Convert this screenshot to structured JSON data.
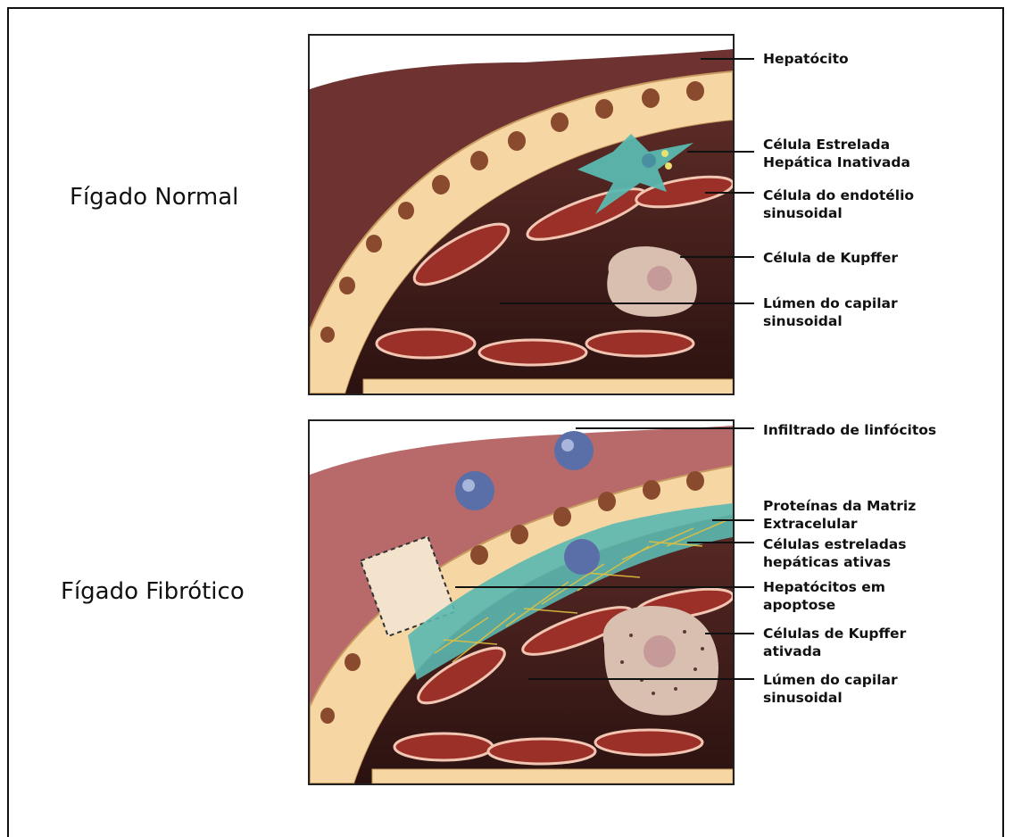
{
  "sections": {
    "normal": {
      "title": "Fígado Normal",
      "labels": [
        {
          "id": "hepatocito",
          "lines": [
            "Hepatócito"
          ]
        },
        {
          "id": "estrelada",
          "lines": [
            "Célula Estrelada",
            "Hepática Inativada"
          ]
        },
        {
          "id": "endotelio",
          "lines": [
            "Célula do endotélio",
            "sinusoidal"
          ]
        },
        {
          "id": "kupffer",
          "lines": [
            "Célula de Kupffer"
          ]
        },
        {
          "id": "lumen",
          "lines": [
            "Lúmen do capilar",
            "sinusoidal"
          ]
        }
      ]
    },
    "fibrotic": {
      "title": "Fígado Fibrótico",
      "labels": [
        {
          "id": "linfocitos",
          "lines": [
            "Infiltrado de linfócitos"
          ]
        },
        {
          "id": "matriz",
          "lines": [
            "Proteínas da Matriz",
            "Extracelular"
          ]
        },
        {
          "id": "estreladas",
          "lines": [
            "Células estreladas",
            "hepáticas ativas"
          ]
        },
        {
          "id": "apoptose",
          "lines": [
            "Hepatócitos em",
            "apoptose"
          ]
        },
        {
          "id": "kupffer_ativada",
          "lines": [
            "Células de Kupffer",
            "ativada"
          ]
        },
        {
          "id": "lumen2",
          "lines": [
            "Lúmen do capilar",
            "sinusoidal"
          ]
        }
      ]
    }
  },
  "colors": {
    "hepatocyte": "#f6d7a3",
    "nucleus": "#8a4a2e",
    "tissue": "#7a3a35",
    "stellate": "#5bb8b0",
    "lymphocyte": "#5a6fa8",
    "kupffer": "#d8bfb0",
    "endothelium": "#9a3028"
  }
}
